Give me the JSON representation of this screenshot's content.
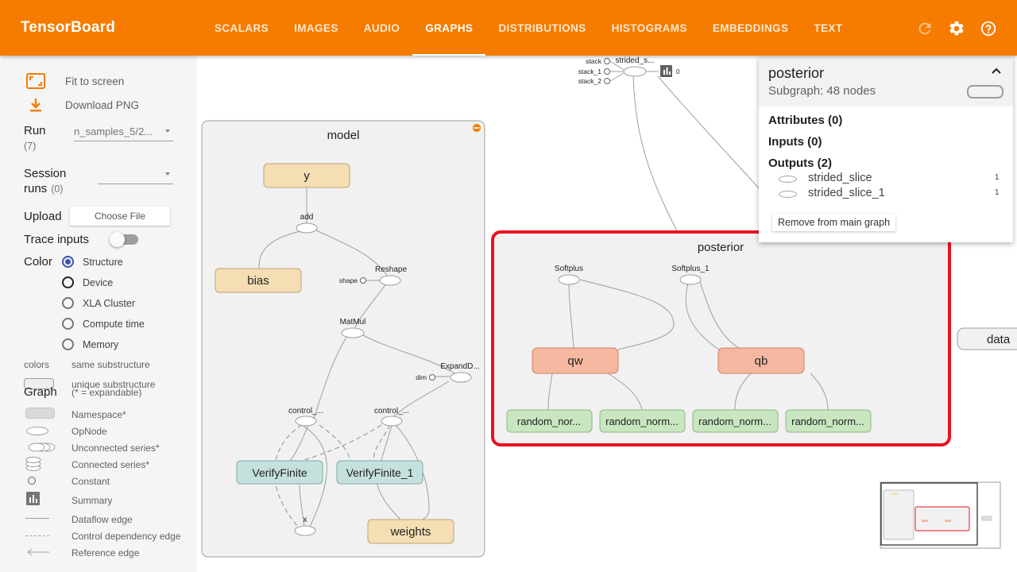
{
  "header": {
    "title": "TensorBoard",
    "tabs": [
      "SCALARS",
      "IMAGES",
      "AUDIO",
      "GRAPHS",
      "DISTRIBUTIONS",
      "HISTOGRAMS",
      "EMBEDDINGS",
      "TEXT"
    ],
    "active_tab": "GRAPHS",
    "accent_color": "#f57c00"
  },
  "sidebar": {
    "fit_to_screen": "Fit to screen",
    "download_png": "Download PNG",
    "run_label": "Run",
    "run_count": "(7)",
    "run_value": "n_samples_5/2...",
    "session_label_1": "Session",
    "session_label_2": "runs",
    "session_count": "(0)",
    "upload_label": "Upload",
    "choose_file": "Choose File",
    "trace_inputs": "Trace inputs",
    "color_label": "Color",
    "color_options": [
      "Structure",
      "Device",
      "XLA Cluster",
      "Compute time",
      "Memory"
    ],
    "colors_label": "colors",
    "same_substructure": "same substructure",
    "unique_substructure": "unique substructure",
    "graph_label": "Graph",
    "expandable_note": "(* = expandable)",
    "legend": [
      "Namespace*",
      "OpNode",
      "Unconnected series*",
      "Connected series*",
      "Constant",
      "Summary",
      "Dataflow edge",
      "Control dependency edge",
      "Reference edge"
    ]
  },
  "graph": {
    "model": {
      "title": "model",
      "nodes": {
        "y": "y",
        "add": "add",
        "bias": "bias",
        "reshape": "Reshape",
        "shape": "shape",
        "matmul": "MatMul",
        "expand": "ExpandD...",
        "dim": "dim",
        "control1": "control_...",
        "control2": "control_...",
        "verify1": "VerifyFinite",
        "verify2": "VerifyFinite_1",
        "x": "x",
        "weights": "weights"
      }
    },
    "posterior": {
      "title": "posterior",
      "nodes": {
        "softplus": "Softplus",
        "softplus1": "Softplus_1",
        "qw": "qw",
        "qb": "qb",
        "rn1": "random_nor...",
        "rn2": "random_norm...",
        "rn3": "random_norm...",
        "rn4": "random_norm..."
      }
    },
    "stack": {
      "stack": "stack",
      "stack1": "stack_1",
      "stack2": "stack_2",
      "strided": "strided_s...",
      "zero": "0"
    },
    "data": "data"
  },
  "info_card": {
    "title": "posterior",
    "subtitle": "Subgraph: 48 nodes",
    "attributes": "Attributes (0)",
    "inputs": "Inputs (0)",
    "outputs": "Outputs (2)",
    "output_items": [
      {
        "name": "strided_slice",
        "count": "1"
      },
      {
        "name": "strided_slice_1",
        "count": "1"
      }
    ],
    "remove_button": "Remove from main graph"
  }
}
